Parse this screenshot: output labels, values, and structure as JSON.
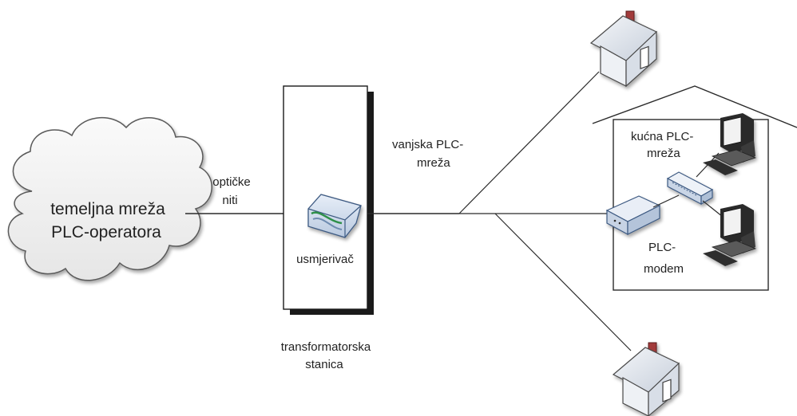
{
  "cloud": {
    "line1": "temeljna mreža",
    "line2": "PLC-operatora"
  },
  "fiber": {
    "line1": "optičke",
    "line2": "niti"
  },
  "router": {
    "label": "usmjerivač"
  },
  "substation": {
    "line1": "transformatorska",
    "line2": "stanica"
  },
  "outdoor_plc": {
    "line1": "vanjska PLC-",
    "line2": "mreža"
  },
  "home_plc": {
    "line1": "kućna PLC-",
    "line2": "mreža"
  },
  "modem": {
    "line1": "PLC-",
    "line2": "modem"
  },
  "colors": {
    "line": "#2a2a2a",
    "device_blue": "#6f8fb8",
    "chimney_red": "#a23a3a",
    "cloud_fill": "#f3f3f3"
  }
}
